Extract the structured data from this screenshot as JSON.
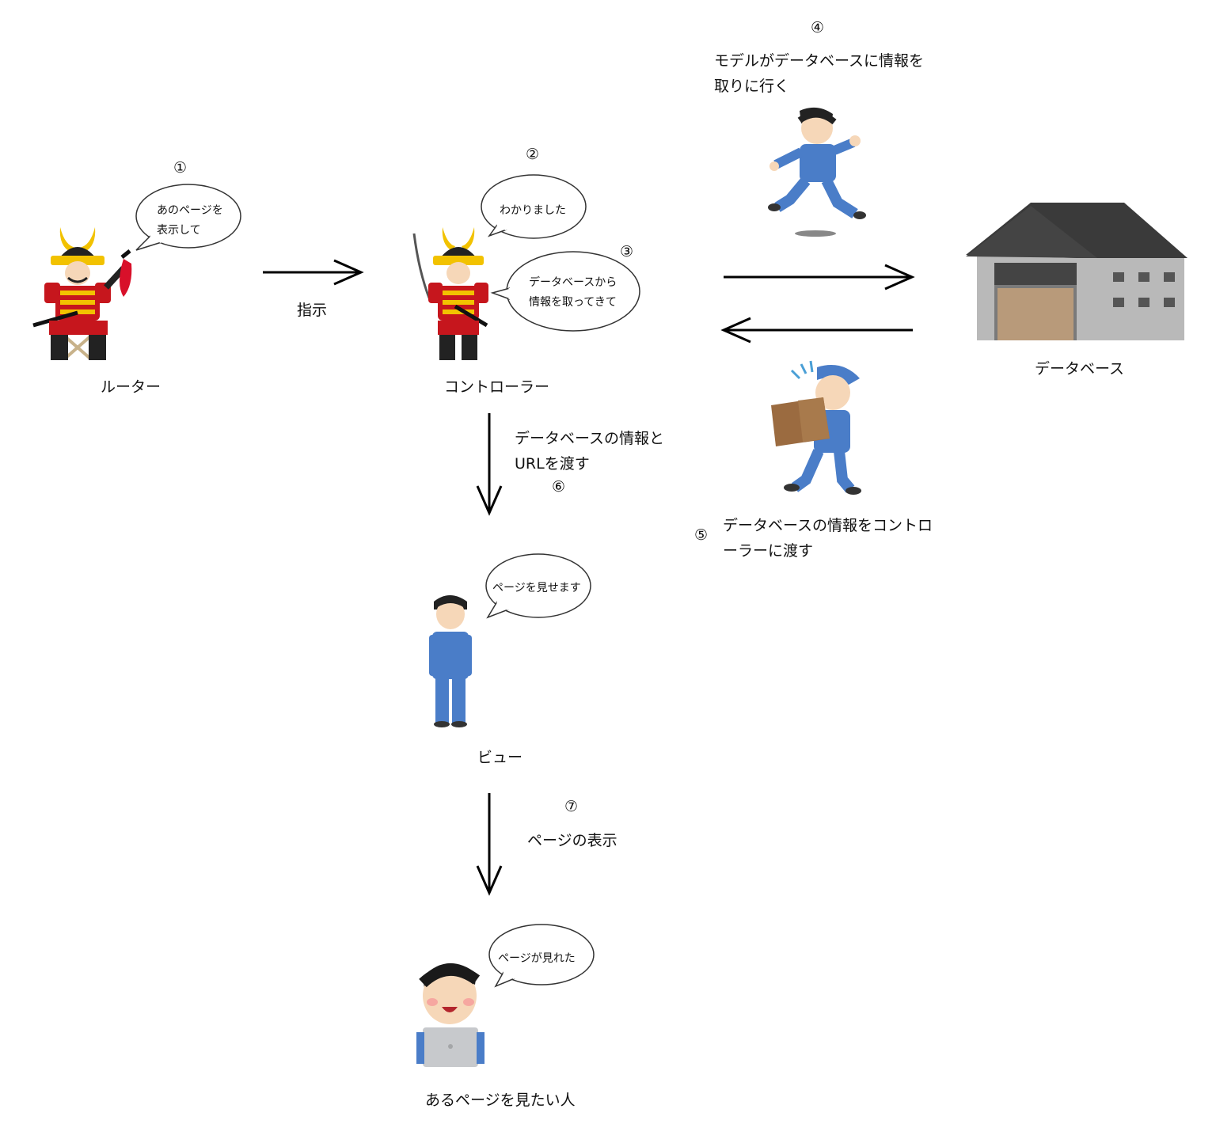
{
  "router": {
    "step": "①",
    "bubble_line1": "あのページを",
    "bubble_line2": "表示して",
    "name": "ルーター"
  },
  "instruction_label": "指示",
  "controller": {
    "step_reply": "②",
    "reply": "わかりました",
    "step_request": "③",
    "request_line1": "データベースから",
    "request_line2": "情報を取ってきて",
    "name": "コントローラー"
  },
  "model": {
    "step": "④",
    "caption_line1": "モデルがデータベースに情報を",
    "caption_line2": "取りに行く"
  },
  "database": {
    "name": "データベース"
  },
  "return": {
    "step": "⑤",
    "caption_line1": "データベースの情報をコントロ",
    "caption_line2": "ーラーに渡す"
  },
  "handoff": {
    "caption_line1": "データベースの情報と",
    "caption_line2": "URLを渡す",
    "step": "⑥"
  },
  "view": {
    "bubble": "ページを見せます",
    "name": "ビュー"
  },
  "display": {
    "step": "⑦",
    "caption": "ページの表示"
  },
  "user": {
    "bubble": "ページが見れた",
    "name": "あるページを見たい人"
  }
}
